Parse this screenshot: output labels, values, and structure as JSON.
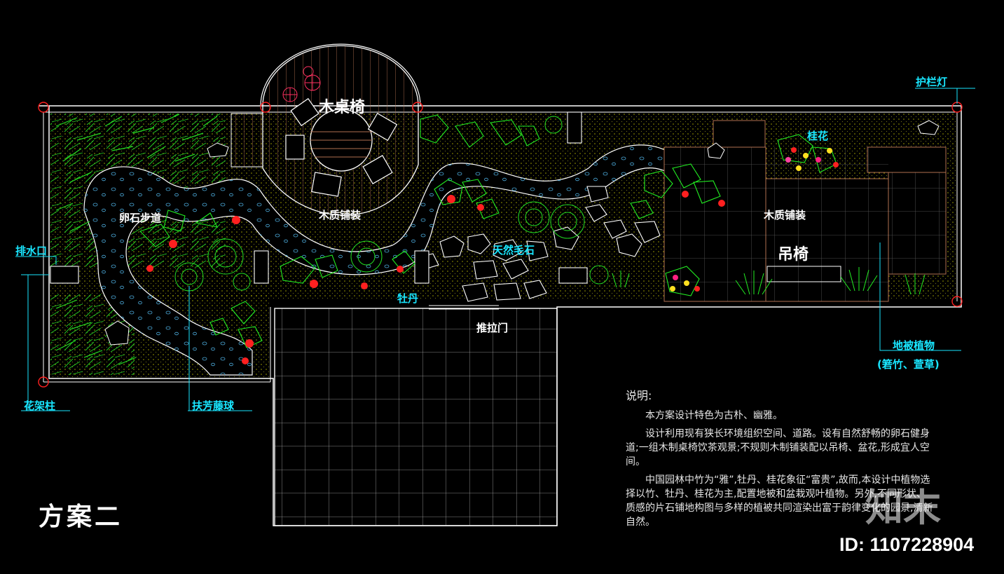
{
  "labels": {
    "wood_table": "木桌椅",
    "wood_paving_left": "木质铺装",
    "pebble_path": "卵石步道",
    "drain": "排水口",
    "natural_stone": "天然毛石",
    "peony": "牡丹",
    "sliding_door": "推拉门",
    "osmanthus": "桂花",
    "wood_paving_right": "木质铺装",
    "hanging_chair": "吊椅",
    "railing_light": "护栏灯",
    "ground_cover": "地被植物",
    "ground_cover_sub": "(箬竹、萱草)",
    "pergola_post": "花架柱",
    "vine_ball": "扶芳藤球"
  },
  "notes": {
    "title": "说明:",
    "p1": "本方案设计特色为古朴、幽雅。",
    "p2": "设计利用现有狭长环境组织空间、道路。设有自然舒畅的卵石健身道;一组木制桌椅饮茶观景;不规则木制铺装配以吊椅、盆花,形成宜人空间。",
    "p3": "中国园林中竹为“雅”,牡丹、桂花象征“富贵”,故而,本设计中植物选择以竹、牡丹、桂花为主,配置地被和盆栽观叶植物。另外,不同形状、质感的片石铺地构图与多样的植被共同渲染出富于韵律变化的园景,清新自然。"
  },
  "plan_title": "方案二",
  "watermark": {
    "logo": "知末",
    "id": "ID: 1107228904"
  },
  "colors": {
    "background": "#000000",
    "outline": "#ffffff",
    "label_cyan": "#19e6ff",
    "plant_green": "#22dd22",
    "wood_brown": "#b07050",
    "flower_red": "#ff2020",
    "leader_line": "#19e6ff"
  }
}
